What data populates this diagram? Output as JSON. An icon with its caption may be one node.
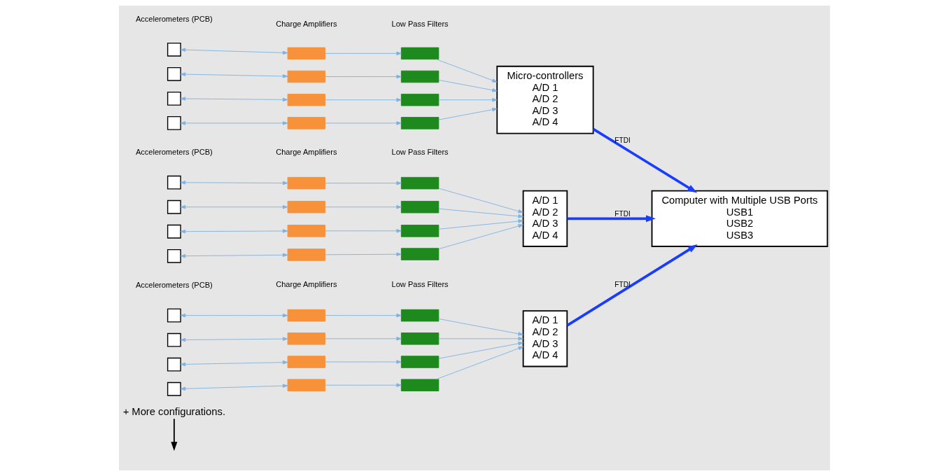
{
  "diagram": {
    "nodes": [
      {
        "text": [],
        "shape": "box"
      },
      {
        "text": [],
        "shape": "box"
      },
      {
        "text": [],
        "shape": "box"
      },
      {
        "text": [],
        "shape": "box"
      },
      {
        "text": [],
        "shape": "bar"
      },
      {
        "text": [],
        "shape": "bar"
      },
      {
        "text": [],
        "shape": "bar"
      },
      {
        "text": [],
        "shape": "bar"
      },
      {
        "text": [],
        "shape": "bar"
      },
      {
        "text": [],
        "shape": "bar"
      },
      {
        "text": [],
        "shape": "bar"
      },
      {
        "text": [],
        "shape": "bar"
      },
      {
        "text": [
          "Micro-controllers",
          "A/D 1",
          "A/D 2",
          "A/D 3",
          "A/D 4"
        ]
      },
      {
        "text": [],
        "shape": "box"
      },
      {
        "text": [],
        "shape": "box"
      },
      {
        "text": [],
        "shape": "box"
      },
      {
        "text": [],
        "shape": "box"
      },
      {
        "text": [],
        "shape": "bar"
      },
      {
        "text": [],
        "shape": "bar"
      },
      {
        "text": [],
        "shape": "bar"
      },
      {
        "text": [],
        "shape": "bar"
      },
      {
        "text": [],
        "shape": "bar"
      },
      {
        "text": [],
        "shape": "bar"
      },
      {
        "text": [],
        "shape": "bar"
      },
      {
        "text": [],
        "shape": "bar"
      },
      {
        "text": [
          "A/D 1",
          "A/D 2",
          "A/D 3",
          "A/D 4"
        ]
      },
      {
        "text": [],
        "shape": "box"
      },
      {
        "text": [],
        "shape": "box"
      },
      {
        "text": [],
        "shape": "box"
      },
      {
        "text": [],
        "shape": "box"
      },
      {
        "text": [],
        "shape": "bar"
      },
      {
        "text": [],
        "shape": "bar"
      },
      {
        "text": [],
        "shape": "bar"
      },
      {
        "text": [],
        "shape": "bar"
      },
      {
        "text": [],
        "shape": "bar"
      },
      {
        "text": [],
        "shape": "bar"
      },
      {
        "text": [],
        "shape": "bar"
      },
      {
        "text": [],
        "shape": "bar"
      },
      {
        "text": [
          "A/D 1",
          "A/D 2",
          "A/D 3",
          "A/D 4"
        ]
      },
      {
        "text": [
          "Computer with Multiple USB Ports",
          "USB1",
          "USB2",
          "USB3"
        ]
      },
      {
        "text": [
          "+ More configurations."
        ]
      }
    ],
    "edges": [
      {
        "from": 0,
        "to": 4,
        "arrow": "both"
      },
      {
        "from": 4,
        "to": 8,
        "arrow": "to"
      },
      {
        "from": 8,
        "to": 12,
        "arrow": "to"
      },
      {
        "from": 1,
        "to": 5,
        "arrow": "both"
      },
      {
        "from": 5,
        "to": 9,
        "arrow": "to"
      },
      {
        "from": 9,
        "to": 12,
        "arrow": "to"
      },
      {
        "from": 2,
        "to": 6,
        "arrow": "both"
      },
      {
        "from": 6,
        "to": 10,
        "arrow": "to"
      },
      {
        "from": 10,
        "to": 12,
        "arrow": "to"
      },
      {
        "from": 3,
        "to": 7,
        "arrow": "both"
      },
      {
        "from": 7,
        "to": 11,
        "arrow": "to"
      },
      {
        "from": 11,
        "to": 12,
        "arrow": "to"
      },
      {
        "from": 13,
        "to": 17,
        "arrow": "both"
      },
      {
        "from": 17,
        "to": 21,
        "arrow": "to"
      },
      {
        "from": 21,
        "to": 25,
        "arrow": "to"
      },
      {
        "from": 14,
        "to": 18,
        "arrow": "both"
      },
      {
        "from": 18,
        "to": 22,
        "arrow": "to"
      },
      {
        "from": 22,
        "to": 25,
        "arrow": "to"
      },
      {
        "from": 15,
        "to": 19,
        "arrow": "both"
      },
      {
        "from": 19,
        "to": 23,
        "arrow": "to"
      },
      {
        "from": 23,
        "to": 25,
        "arrow": "to"
      },
      {
        "from": 16,
        "to": 20,
        "arrow": "both"
      },
      {
        "from": 20,
        "to": 24,
        "arrow": "to"
      },
      {
        "from": 24,
        "to": 25,
        "arrow": "to"
      },
      {
        "from": 26,
        "to": 30,
        "arrow": "both"
      },
      {
        "from": 30,
        "to": 34,
        "arrow": "to"
      },
      {
        "from": 34,
        "to": 38,
        "arrow": "to"
      },
      {
        "from": 27,
        "to": 31,
        "arrow": "both"
      },
      {
        "from": 31,
        "to": 35,
        "arrow": "to"
      },
      {
        "from": 35,
        "to": 38,
        "arrow": "to"
      },
      {
        "from": 28,
        "to": 32,
        "arrow": "both"
      },
      {
        "from": 32,
        "to": 36,
        "arrow": "to"
      },
      {
        "from": 36,
        "to": 38,
        "arrow": "to"
      },
      {
        "from": 29,
        "to": 33,
        "arrow": "both"
      },
      {
        "from": 33,
        "to": 37,
        "arrow": "to"
      },
      {
        "from": 37,
        "to": 38,
        "arrow": "to"
      },
      {
        "from": 12,
        "to": 39,
        "arrow": "to",
        "label": "FTDI",
        "style": "thick",
        "color": "#1a3cff"
      },
      {
        "from": 25,
        "to": 39,
        "arrow": "to",
        "label": "FTDI",
        "style": "thick",
        "color": "#1a3cff"
      },
      {
        "from": 38,
        "to": 39,
        "arrow": "to",
        "label": "FTDI",
        "style": "thick",
        "color": "#1a3cff"
      },
      {
        "from": 40,
        "to": null,
        "arrow": "to",
        "color": "#000000"
      }
    ],
    "labels": [
      "Accelerometers (PCB)",
      "Charge Amplifiers",
      "Low Pass Filters",
      "Accelerometers (PCB)",
      "Charge Amplifiers",
      "Low Pass Filters",
      "Accelerometers (PCB)",
      "Charge Amplifiers",
      "Low Pass Filters"
    ]
  }
}
